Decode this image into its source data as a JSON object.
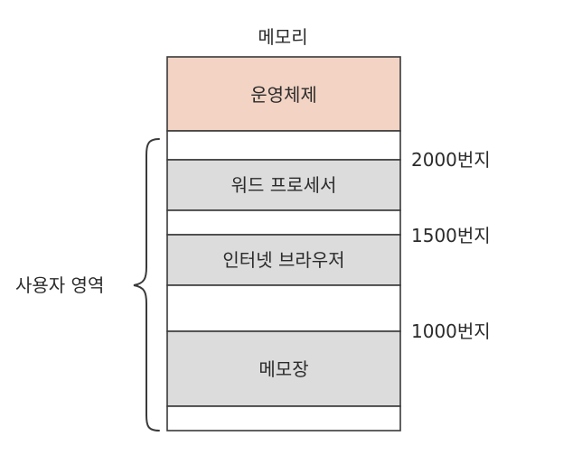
{
  "title": "메모리",
  "colors": {
    "os_fill": "#f2d3c4",
    "app_fill": "#dcdcdc",
    "empty_fill": "#ffffff",
    "stroke": "#3a3a3a"
  },
  "segments": [
    {
      "label": "운영체제",
      "kind": "os"
    },
    {
      "label": "",
      "kind": "empty"
    },
    {
      "label": "워드 프로세서",
      "kind": "app"
    },
    {
      "label": "",
      "kind": "empty"
    },
    {
      "label": "인터넷 브라우저",
      "kind": "app"
    },
    {
      "label": "",
      "kind": "empty"
    },
    {
      "label": "메모장",
      "kind": "app"
    },
    {
      "label": "",
      "kind": "empty"
    }
  ],
  "addresses": [
    "2000번지",
    "1500번지",
    "1000번지"
  ],
  "user_area_label": "사용자 영역"
}
